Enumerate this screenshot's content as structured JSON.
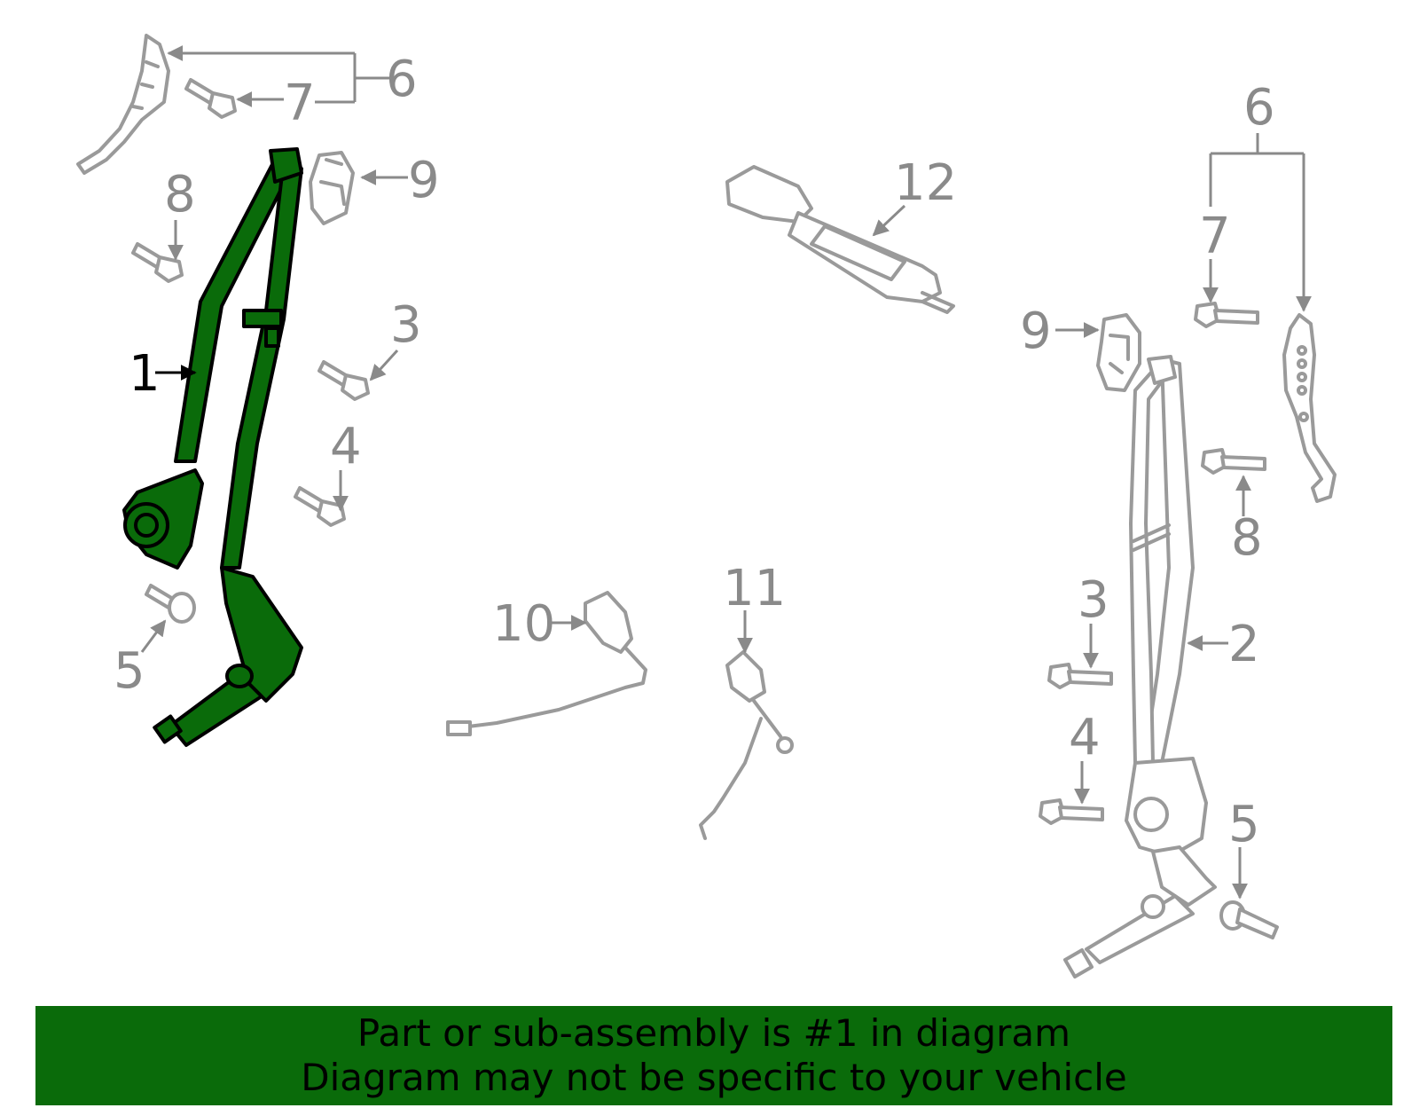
{
  "colors": {
    "highlight": "#0a6b0a",
    "banner": "#0a6b0a",
    "outline": "#9a9a9a",
    "callout_text": "#8a8a8a"
  },
  "callouts": {
    "c1": "1",
    "c2": "2",
    "c3a": "3",
    "c3b": "3",
    "c4a": "4",
    "c4b": "4",
    "c5a": "5",
    "c5b": "5",
    "c6a": "6",
    "c6b": "6",
    "c7a": "7",
    "c7b": "7",
    "c8a": "8",
    "c8b": "8",
    "c9a": "9",
    "c9b": "9",
    "c10": "10",
    "c11": "11",
    "c12": "12"
  },
  "banner": {
    "line1": "Part or sub-assembly is #1 in diagram",
    "line2": "Diagram may not be specific to your vehicle"
  }
}
